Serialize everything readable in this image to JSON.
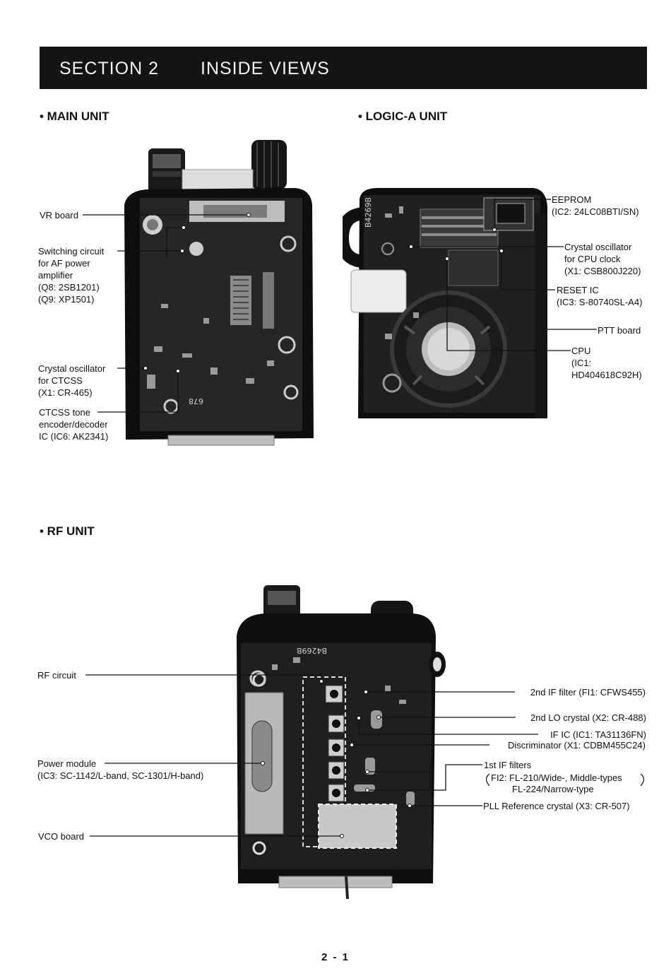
{
  "header": {
    "section": "SECTION 2",
    "title": "INSIDE VIEWS"
  },
  "main_unit": {
    "heading": "• MAIN UNIT",
    "labels": {
      "vr_board": "VR board",
      "switching": [
        "Switching circuit",
        "for AF power",
        "amplifier",
        "(Q8: 2SB1201)",
        "(Q9: XP1501)"
      ],
      "crystal": [
        "Crystal oscillator",
        "for CTCSS",
        "(X1: CR-465)"
      ],
      "ctcss": [
        "CTCSS tone",
        "encoder/decoder",
        "IC (IC6: AK2341)"
      ]
    },
    "board_marks": [
      "678"
    ]
  },
  "logic_unit": {
    "heading": "• LOGIC-A UNIT",
    "labels": {
      "eeprom": [
        "EEPROM",
        "(IC2: 24LC08BTI/SN)"
      ],
      "crystal": [
        "Crystal oscillator",
        "for CPU clock",
        "(X1: CSB800J220)"
      ],
      "reset": [
        "RESET IC",
        "(IC3: S-80740SL-A4)"
      ],
      "ptt": "PTT board",
      "cpu": [
        "CPU",
        "(IC1:",
        "HD404618C92H)"
      ]
    },
    "board_marks": [
      "B4269B"
    ]
  },
  "rf_unit": {
    "heading": "• RF UNIT",
    "labels": {
      "rf_circuit": "RF circuit",
      "power_module": [
        "Power module",
        "(IC3: SC-1142/L-band, SC-1301/H-band)"
      ],
      "vco": "VCO board",
      "if2": "2nd IF filter (FI1: CFWS455)",
      "lo2": "2nd LO crystal (X2: CR-488)",
      "ific": "IF IC (IC1: TA31136FN)",
      "disc": "Discriminator (X1: CDBM455C24)",
      "if1": "1st IF filters",
      "fi2_a": "FI2: FL-210/Wide-, Middle-types",
      "fi2_b": "FL-224/Narrow-type",
      "pll": "PLL Reference crystal (X3: CR-507)"
    },
    "board_marks": [
      "B4269B"
    ]
  },
  "page_number": "2 - 1"
}
